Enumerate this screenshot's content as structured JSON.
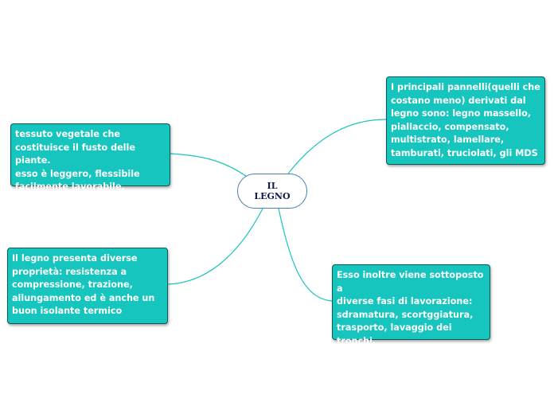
{
  "central_topic": {
    "label": "IL\nLEGNO"
  },
  "branches": [
    {
      "id": "definizione",
      "text": " tessuto vegetale che\ncostituisce il fusto delle piante.\nesso è leggero, flessibile\nfacilmente lavorabile."
    },
    {
      "id": "proprieta",
      "text": "Il legno presenta diverse\nproprietà: resistenza a\ncompressione, trazione,\nallungamento ed è anche un\nbuon isolante termico"
    },
    {
      "id": "pannelli",
      "text": "I principali pannelli(quelli che\ncostano meno) derivati dal\nlegno sono: legno massello,\npiallaccio, compensato,\nmultistrato, lamellare,\ntamburati, truciolati, gli MDS"
    },
    {
      "id": "lavorazione",
      "text": "Esso inoltre viene sottoposto a\ndiverse fasi di lavorazione:\nsdramatura, scortggiatura,\ntrasporto, lavaggio dei tronchi,\ntaglio dei tronchi, stagionatura"
    }
  ],
  "colors": {
    "topic_fill": "#16c5bd",
    "topic_border": "#0e5a55",
    "connector": "#16c5bd",
    "central_border": "#4a7fb5",
    "central_text": "#0d1a4a"
  }
}
